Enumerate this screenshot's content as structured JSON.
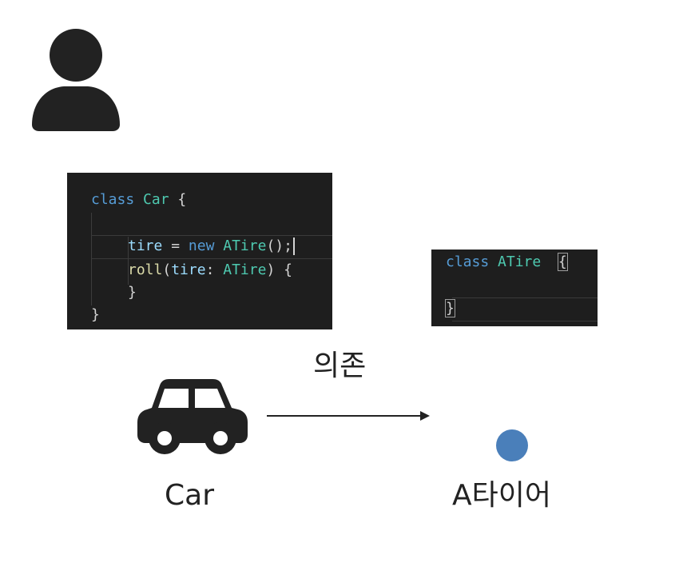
{
  "car_code": {
    "line1": {
      "keyword": "class",
      "type": "Car",
      "brace": "{"
    },
    "line2": {
      "var": "tire",
      "op": "=",
      "keyword": "new",
      "type": "ATire",
      "rest": "();"
    },
    "line3": {
      "fn": "roll",
      "open": "(",
      "param": "tire",
      "colon": ":",
      "type": "ATire",
      "close": ")",
      "brace": "{"
    },
    "line4": {
      "brace": "}"
    },
    "line5": {
      "brace": "}"
    }
  },
  "atire_code": {
    "line1": {
      "keyword": "class",
      "type": "ATire",
      "brace": "{"
    },
    "line2": {
      "brace": "}"
    }
  },
  "labels": {
    "dependency": "의존",
    "car": "Car",
    "atire": "A타이어"
  },
  "icons": {
    "person": "person-icon",
    "car": "car-icon",
    "arrow": "arrow-right-icon",
    "dot": "circle-dot-icon"
  },
  "colors": {
    "dot": "#4a7fba",
    "icon": "#222222",
    "code_bg": "#1e1e1e",
    "keyword": "#569cd6",
    "type": "#4ec9b0",
    "function": "#dcdcaa",
    "variable": "#9cdcfe"
  }
}
